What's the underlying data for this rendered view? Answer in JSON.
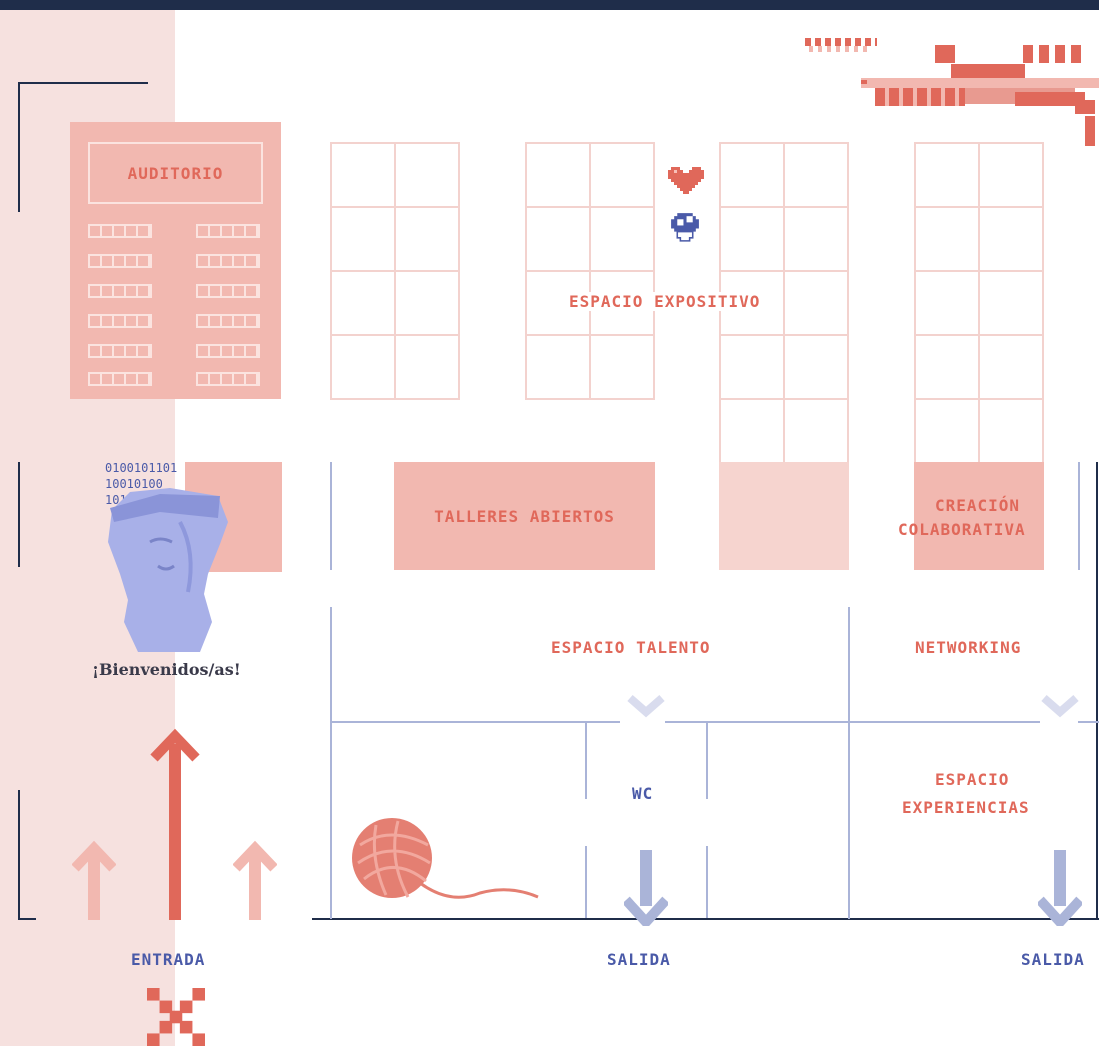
{
  "colors": {
    "navy": "#1f2d4a",
    "coral": "#e0685a",
    "salmon": "#f2b8b0",
    "blush": "#f6e1df",
    "periwinkle": "#aab4d8",
    "blue_text": "#4a5aa8"
  },
  "zones": {
    "auditorio": "AUDITORIO",
    "espacio_expositivo": "ESPACIO EXPOSITIVO",
    "talleres_abiertos": "TALLERES ABIERTOS",
    "creacion_colaborativa_1": "CREACIÓN",
    "creacion_colaborativa_2": "COLABORATIVA",
    "espacio_talento": "ESPACIO TALENTO",
    "networking": "NETWORKING",
    "wc": "WC",
    "espacio_experiencias_1": "ESPACIO",
    "espacio_experiencias_2": "EXPERIENCIAS"
  },
  "welcome": "¡Bienvenidos/as!",
  "binary": [
    "0100101101",
    "10010100",
    "1011100"
  ],
  "labels": {
    "entrada": "ENTRADA",
    "salida_1": "SALIDA",
    "salida_2": "SALIDA"
  },
  "icons": {
    "statue": "statue-bust-icon",
    "yarn": "yarn-ball-icon",
    "heart": "pixel-heart-icon",
    "mushroom": "pixel-mushroom-icon",
    "cross": "pixel-x-icon"
  }
}
